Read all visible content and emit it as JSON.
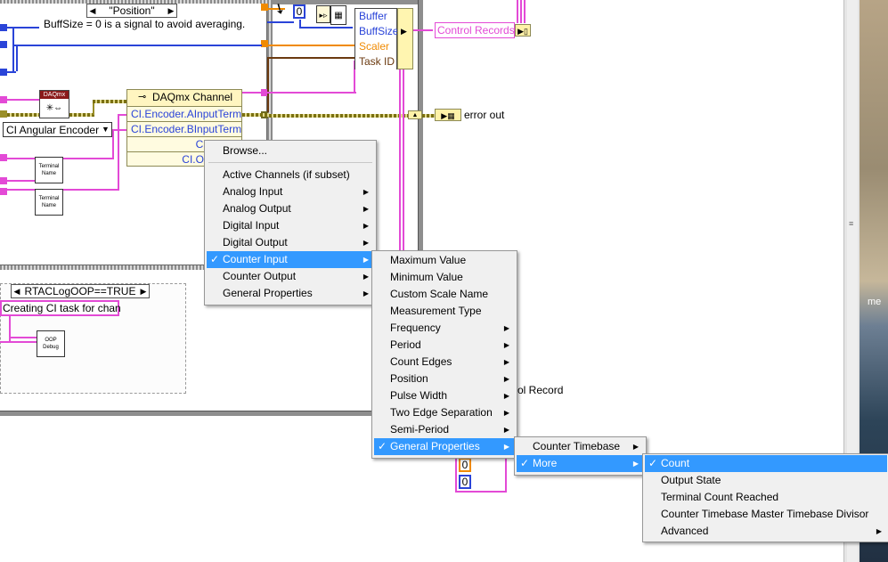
{
  "diagram": {
    "case_selector_label": "\"Position\"",
    "comment": "BuffSize = 0 is a signal to avoid averaging.",
    "daqmx_icon_label": "DAQmx",
    "constant_zero": "0",
    "bundle": {
      "rows": [
        "Buffer",
        "BuffSize",
        "Scaler",
        "Task ID"
      ]
    },
    "control_records_label": "Control Records",
    "error_out_label": "error out",
    "channel_node": {
      "title": "DAQmx Channel",
      "rows": [
        "CI.Encoder.AInputTerm",
        "CI.Encoder.BInputTerm",
        "CI.Count",
        "CI.OutputSt"
      ]
    },
    "encoder_ring": "CI Angular Encoder",
    "terminal_name_label": "Terminal Name",
    "rtac_selector": "RTACLogOOP==TRUE",
    "creating_task_string": "Creating CI task for chan",
    "oop_debug_label": "OOP Debug",
    "control_record_partial": "ntrol Record",
    "zero_a": "0",
    "zero_b": "0",
    "right_side_text": "me"
  },
  "menu1": {
    "items": [
      {
        "label": "Browse...",
        "sub": false,
        "checked": false,
        "selected": false
      },
      {
        "label": "Active Channels (if subset)",
        "sub": false,
        "checked": false,
        "selected": false
      },
      {
        "label": "Analog Input",
        "sub": true,
        "checked": false,
        "selected": false
      },
      {
        "label": "Analog Output",
        "sub": true,
        "checked": false,
        "selected": false
      },
      {
        "label": "Digital Input",
        "sub": true,
        "checked": false,
        "selected": false
      },
      {
        "label": "Digital Output",
        "sub": true,
        "checked": false,
        "selected": false
      },
      {
        "label": "Counter Input",
        "sub": true,
        "checked": true,
        "selected": true
      },
      {
        "label": "Counter Output",
        "sub": true,
        "checked": false,
        "selected": false
      },
      {
        "label": "General Properties",
        "sub": true,
        "checked": false,
        "selected": false
      }
    ]
  },
  "menu2": {
    "items": [
      {
        "label": "Maximum Value",
        "sub": false,
        "checked": false,
        "selected": false
      },
      {
        "label": "Minimum Value",
        "sub": false,
        "checked": false,
        "selected": false
      },
      {
        "label": "Custom Scale Name",
        "sub": false,
        "checked": false,
        "selected": false
      },
      {
        "label": "Measurement Type",
        "sub": false,
        "checked": false,
        "selected": false
      },
      {
        "label": "Frequency",
        "sub": true,
        "checked": false,
        "selected": false
      },
      {
        "label": "Period",
        "sub": true,
        "checked": false,
        "selected": false
      },
      {
        "label": "Count Edges",
        "sub": true,
        "checked": false,
        "selected": false
      },
      {
        "label": "Position",
        "sub": true,
        "checked": false,
        "selected": false
      },
      {
        "label": "Pulse Width",
        "sub": true,
        "checked": false,
        "selected": false
      },
      {
        "label": "Two Edge Separation",
        "sub": true,
        "checked": false,
        "selected": false
      },
      {
        "label": "Semi-Period",
        "sub": true,
        "checked": false,
        "selected": false
      },
      {
        "label": "General Properties",
        "sub": true,
        "checked": true,
        "selected": true
      }
    ]
  },
  "menu3": {
    "items": [
      {
        "label": "Counter Timebase",
        "sub": true,
        "checked": false,
        "selected": false
      },
      {
        "label": "More",
        "sub": true,
        "checked": true,
        "selected": true
      }
    ]
  },
  "menu4": {
    "items": [
      {
        "label": "Count",
        "sub": false,
        "checked": true,
        "selected": true
      },
      {
        "label": "Output State",
        "sub": false,
        "checked": false,
        "selected": false
      },
      {
        "label": "Terminal Count Reached",
        "sub": false,
        "checked": false,
        "selected": false
      },
      {
        "label": "Counter Timebase Master Timebase Divisor",
        "sub": false,
        "checked": false,
        "selected": false
      },
      {
        "label": "Advanced",
        "sub": true,
        "checked": false,
        "selected": false
      }
    ]
  },
  "glyphs": {
    "check": "✓",
    "submenu": "▶",
    "left": "◀",
    "right": "▶",
    "down": "▼"
  },
  "colors": {
    "menu_highlight": "#3399ff",
    "wire_blue": "#2a44d8",
    "wire_pink": "#e34ad6",
    "wire_orange": "#f08a00"
  }
}
